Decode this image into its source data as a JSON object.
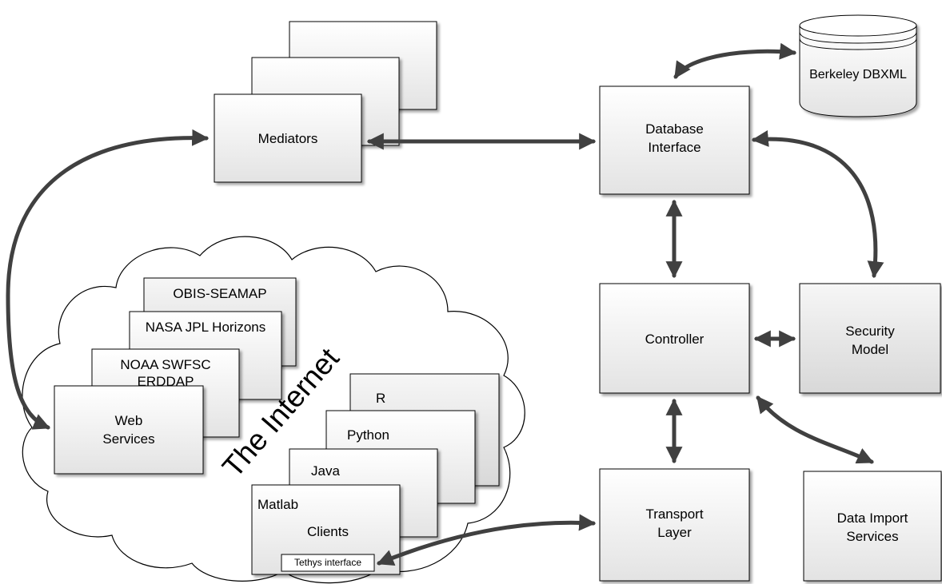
{
  "diagram": {
    "nodes": {
      "mediators": {
        "label": "Mediators"
      },
      "database_interface": {
        "lines": [
          "Database",
          "Interface"
        ]
      },
      "berkeley_db": {
        "label": "Berkeley DBXML"
      },
      "controller": {
        "label": "Controller"
      },
      "security_model": {
        "lines": [
          "Security",
          "Model"
        ]
      },
      "transport_layer": {
        "lines": [
          "Transport",
          "Layer"
        ]
      },
      "data_import": {
        "lines": [
          "Data Import",
          "Services"
        ]
      },
      "web_services": {
        "lines": [
          "Web",
          "Services"
        ]
      },
      "obis": {
        "label": "OBIS-SEAMAP"
      },
      "nasa": {
        "label": "NASA JPL Horizons"
      },
      "noaa": {
        "lines": [
          "NOAA SWFSC",
          "ERDDAP"
        ]
      },
      "r_client": {
        "label": "R"
      },
      "python_client": {
        "label": "Python"
      },
      "java_client": {
        "label": "Java"
      },
      "matlab_client": {
        "label": "Matlab"
      },
      "clients": {
        "label": "Clients"
      },
      "tethys_interface": {
        "label": "Tethys interface"
      }
    },
    "internet_label": "The Internet",
    "colors": {
      "box_fill_top": "#ffffff",
      "box_fill_bottom": "#e3e3e3",
      "arrow": "#404040",
      "stroke": "#000000"
    }
  }
}
